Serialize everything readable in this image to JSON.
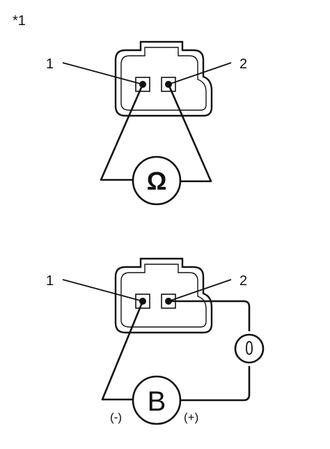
{
  "figure_label": "*1",
  "top_diagram": {
    "terminal_1": "1",
    "terminal_2": "2",
    "meter_symbol": "Ω"
  },
  "bottom_diagram": {
    "terminal_1": "1",
    "terminal_2": "2",
    "battery_symbol": "B",
    "negative_label": "(-)",
    "positive_label": "(+)",
    "bulb_icon": "bulb-icon"
  }
}
